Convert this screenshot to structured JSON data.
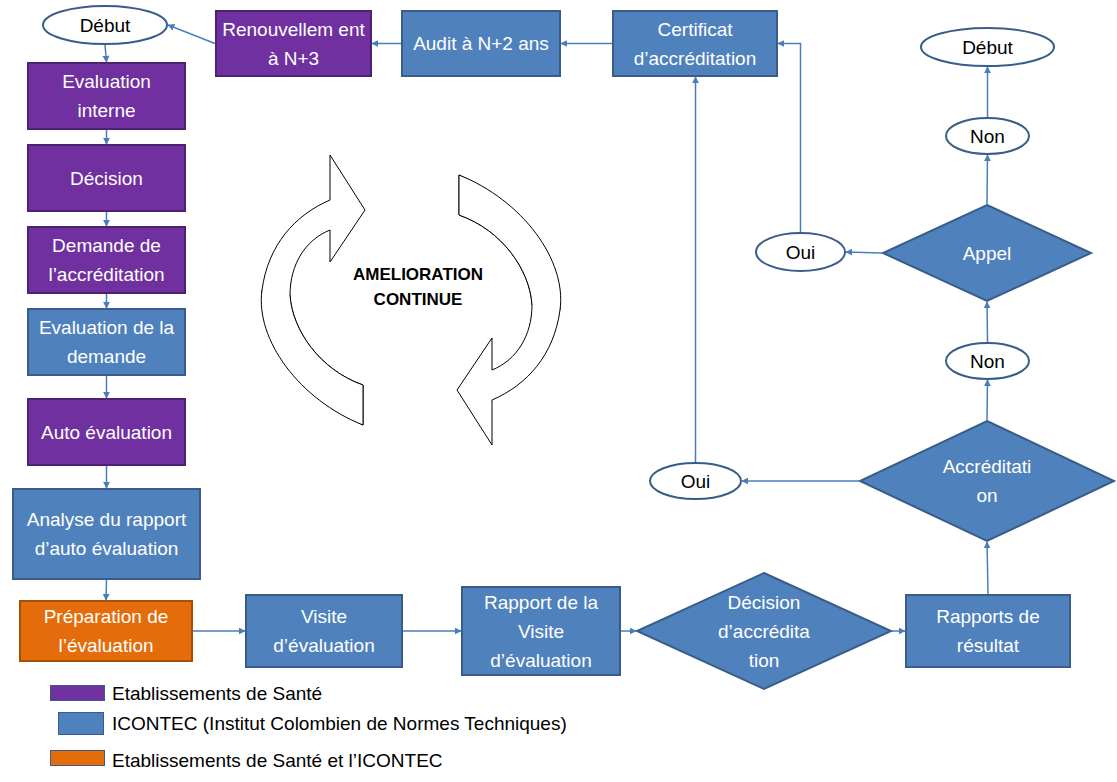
{
  "diagram": {
    "nodes": [
      {
        "text": [
          "Début"
        ]
      },
      {
        "text": [
          "Evaluation interne"
        ]
      },
      {
        "text": [
          "Décision"
        ]
      },
      {
        "text": [
          "Demande de l’accréditation"
        ]
      },
      {
        "text": [
          "Evaluation de la demande"
        ]
      },
      {
        "text": [
          "Auto évaluation"
        ]
      },
      {
        "text": [
          "Analyse du rapport d’auto évaluation"
        ]
      },
      {
        "text": [
          "Préparation de l’évaluation"
        ]
      },
      {
        "text": [
          "Visite d’évaluation"
        ]
      },
      {
        "text": [
          "Rapport de la Visite d’évaluation"
        ]
      },
      {
        "text": [
          "Décision d’accrédita tion"
        ]
      },
      {
        "text": [
          "Rapports de résultat"
        ]
      },
      {
        "text": [
          "Accréditati on"
        ]
      },
      {
        "text": [
          "Oui"
        ]
      },
      {
        "text": [
          "Non"
        ]
      },
      {
        "text": [
          "Appel"
        ]
      },
      {
        "text": [
          "Oui"
        ]
      },
      {
        "text": [
          "Non"
        ]
      },
      {
        "text": [
          "Début"
        ]
      },
      {
        "text": [
          "Certificat d’accréditation"
        ]
      },
      {
        "text": [
          "Audit à N+2 ans"
        ]
      },
      {
        "text": [
          "Renouvellem ent à N+3"
        ]
      }
    ],
    "edges": [
      {
        "from": 0,
        "to": 1,
        "arrow": "to"
      },
      {
        "from": 1,
        "to": 2,
        "arrow": "to"
      },
      {
        "from": 2,
        "to": 3,
        "arrow": "to"
      },
      {
        "from": 3,
        "to": 4,
        "arrow": "to"
      },
      {
        "from": 4,
        "to": 5,
        "arrow": "to"
      },
      {
        "from": 5,
        "to": 6,
        "arrow": "to"
      },
      {
        "from": 6,
        "to": 7,
        "arrow": "to"
      },
      {
        "from": 7,
        "to": 8,
        "arrow": "to"
      },
      {
        "from": 8,
        "to": 9,
        "arrow": "to"
      },
      {
        "from": 9,
        "to": 10,
        "arrow": "to"
      },
      {
        "from": 10,
        "to": 11,
        "arrow": "to"
      },
      {
        "from": 11,
        "to": 12,
        "arrow": "to"
      },
      {
        "from": 12,
        "to": 13,
        "arrow": "to"
      },
      {
        "from": 12,
        "to": 14,
        "arrow": "to"
      },
      {
        "from": 14,
        "to": 15,
        "arrow": "to"
      },
      {
        "from": 15,
        "to": 16,
        "arrow": "to"
      },
      {
        "from": 15,
        "to": 17,
        "arrow": "to"
      },
      {
        "from": 17,
        "to": 18,
        "arrow": "to"
      },
      {
        "from": 13,
        "to": 19,
        "arrow": "to"
      },
      {
        "from": 16,
        "to": 19,
        "arrow": "to"
      },
      {
        "from": 19,
        "to": 20,
        "arrow": "to"
      },
      {
        "from": 20,
        "to": 21,
        "arrow": "to"
      },
      {
        "from": 21,
        "to": 0,
        "arrow": "to"
      }
    ],
    "labels": [
      "AMELIORATION CONTINUE"
    ],
    "legend": [
      {
        "text": "Etablissements de Santé",
        "color": "#7030a0"
      },
      {
        "text": "ICONTEC (Institut Colombien de Normes Techniques)",
        "color": "#4f81bd"
      },
      {
        "text": "Etablissements de Santé et l’ICONTEC",
        "color": "#e46c0a"
      }
    ]
  }
}
